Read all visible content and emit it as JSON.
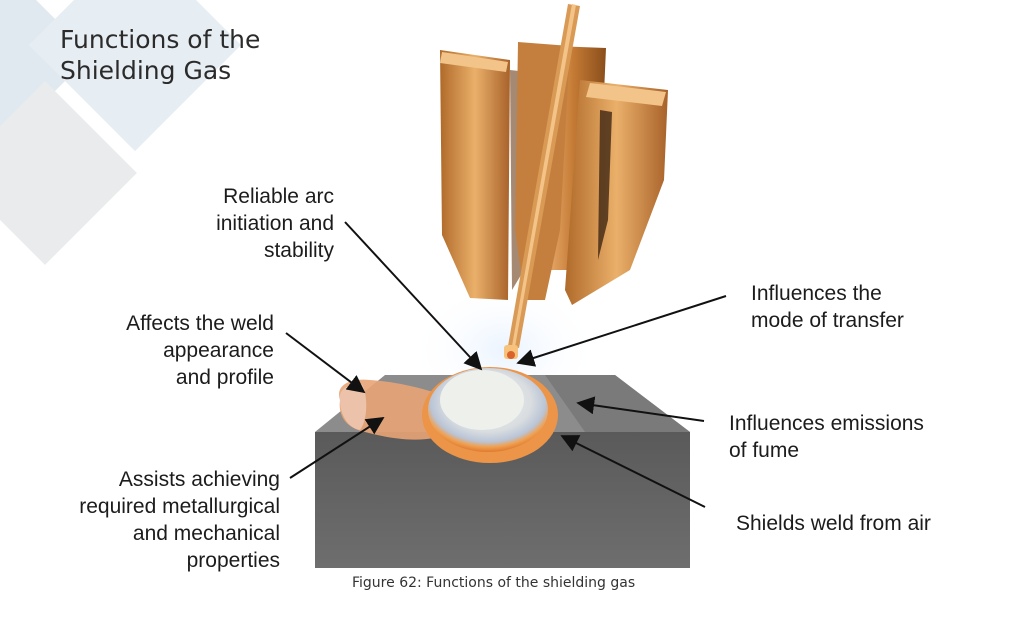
{
  "slide": {
    "title_line1": "Functions of the",
    "title_line2": "Shielding Gas",
    "caption": "Figure 62: Functions of the shielding gas"
  },
  "labels": {
    "reliable_arc": [
      "Reliable arc",
      "initiation and",
      "stability"
    ],
    "weld_appearance": [
      "Affects the weld",
      "appearance",
      "and profile"
    ],
    "metallurgical": [
      "Assists achieving",
      "required metallurgical",
      "and mechanical",
      "properties"
    ],
    "mode_of_transfer": [
      "Influences the",
      "mode of transfer"
    ],
    "emissions": [
      "Influences emissions",
      "of fume"
    ],
    "shields": [
      "Shields weld from air"
    ]
  },
  "colors": {
    "copper": "#c8833a",
    "copper_dark": "#8a5220",
    "plate_top": "#8a8a8a",
    "plate_front": "#5e5e5e",
    "weld_orange": "#e8914a",
    "diamond_blue": "#dde7ef",
    "diamond_gray": "#e6e8ea"
  }
}
